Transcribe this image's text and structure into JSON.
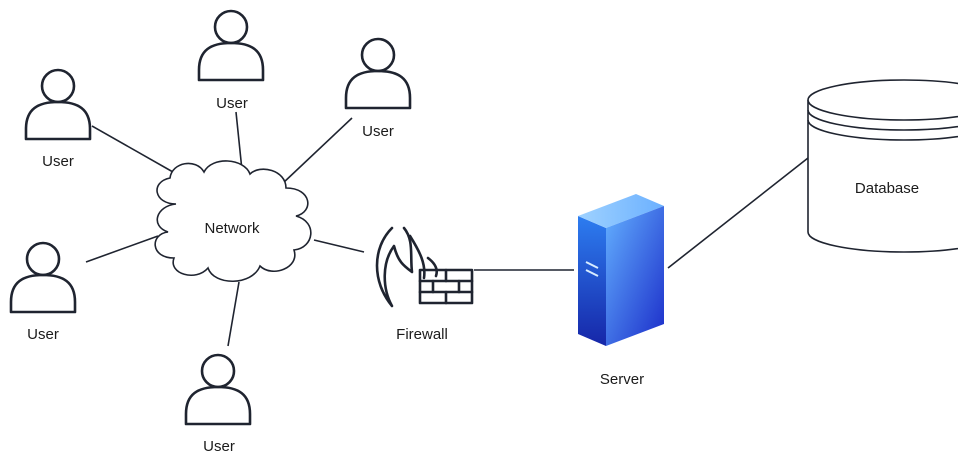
{
  "diagram": {
    "nodes": {
      "user_top_left": {
        "label": "User",
        "icon": "user-icon"
      },
      "user_top": {
        "label": "User",
        "icon": "user-icon"
      },
      "user_top_right": {
        "label": "User",
        "icon": "user-icon"
      },
      "user_left": {
        "label": "User",
        "icon": "user-icon"
      },
      "user_bottom": {
        "label": "User",
        "icon": "user-icon"
      },
      "network": {
        "label": "Network",
        "icon": "cloud-icon"
      },
      "firewall": {
        "label": "Firewall",
        "icon": "firewall-icon"
      },
      "server": {
        "label": "Server",
        "icon": "server-icon"
      },
      "database": {
        "label": "Database",
        "icon": "database-icon"
      }
    },
    "edges": [
      {
        "from": "user_top_left",
        "to": "network"
      },
      {
        "from": "user_top",
        "to": "network"
      },
      {
        "from": "user_top_right",
        "to": "network"
      },
      {
        "from": "user_left",
        "to": "network"
      },
      {
        "from": "user_bottom",
        "to": "network"
      },
      {
        "from": "network",
        "to": "firewall"
      },
      {
        "from": "firewall",
        "to": "server"
      },
      {
        "from": "server",
        "to": "database"
      }
    ],
    "colors": {
      "ink": "#1f2430",
      "server_light": "#5aa6ff",
      "server_dark": "#1f2fd0"
    }
  }
}
